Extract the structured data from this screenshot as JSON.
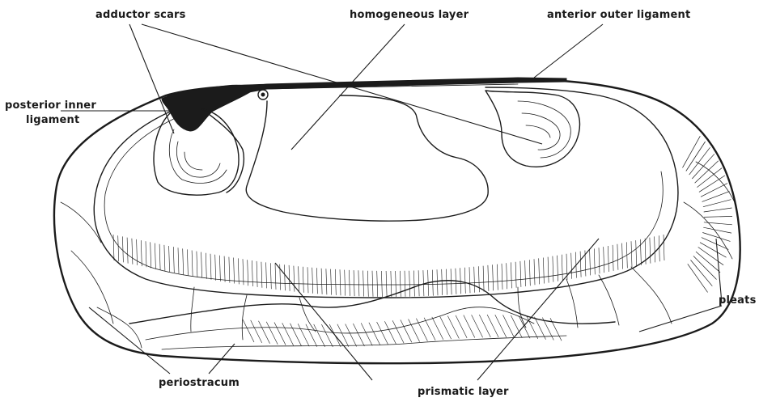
{
  "labels": {
    "adductor_scars": "adductor scars",
    "homogeneous_layer": "homogeneous layer",
    "anterior_outer_ligament": "anterior outer ligament",
    "posterior_inner_ligament_line1": "posterior inner",
    "posterior_inner_ligament_line2": "ligament",
    "pleats": "pleats",
    "periostracum": "periostracum",
    "prismatic_layer": "prismatic layer"
  },
  "colors": {
    "ink": "#1b1b1b",
    "background": "#ffffff"
  }
}
